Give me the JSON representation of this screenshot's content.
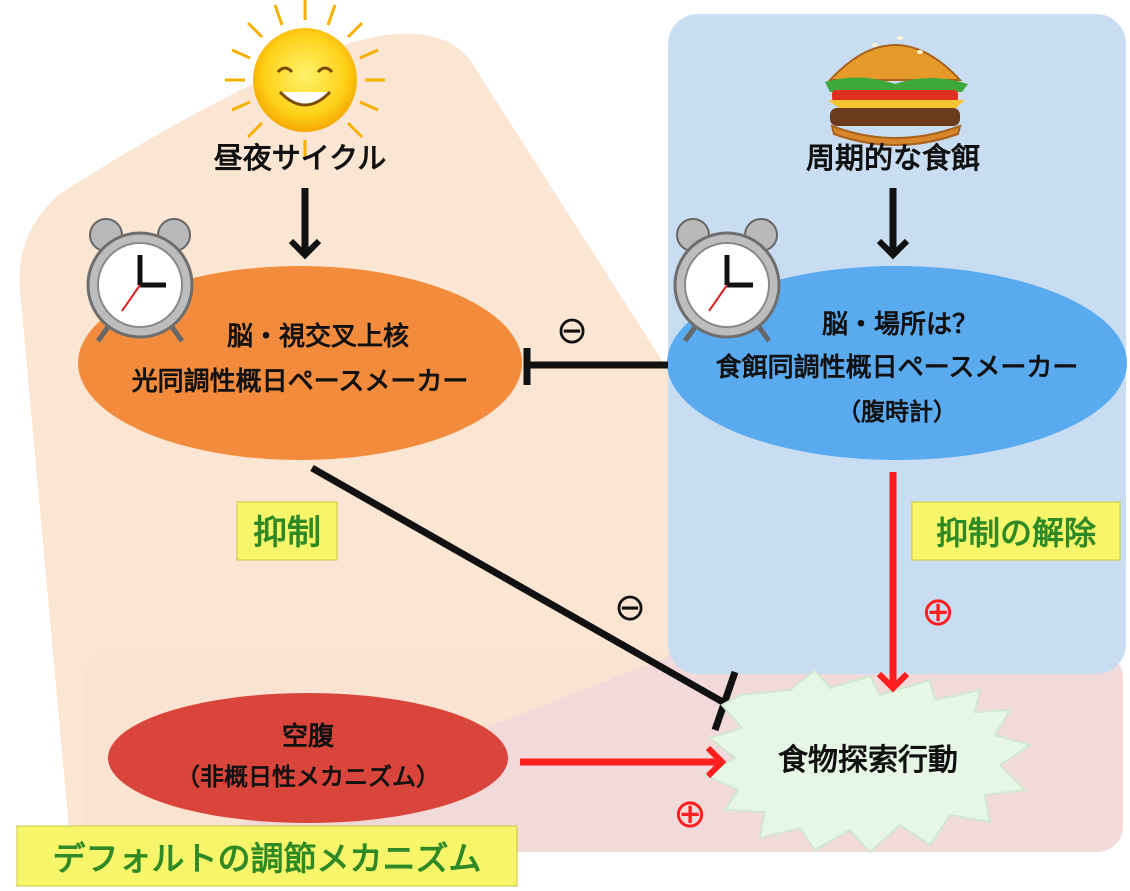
{
  "top_left": {
    "label": "昼夜サイクル",
    "icon": "sun-icon"
  },
  "top_right": {
    "label": "周期的な食餌",
    "icon": "hamburger-icon"
  },
  "scn": {
    "line1": "脳・視交叉上核",
    "line2": "光同調性概日ペースメーカー",
    "icon": "alarm-clock-icon"
  },
  "feo": {
    "line1": "脳・場所は？",
    "line2": "食餌同調性概日ペースメーカー",
    "line3": "（腹時計）",
    "icon": "alarm-clock-icon"
  },
  "hunger": {
    "line1": "空腹",
    "line2": "（非概日性メカニズム）"
  },
  "behavior": {
    "label": "食物探索行動"
  },
  "labels": {
    "suppression": "抑制",
    "release": "抑制の解除",
    "default": "デフォルトの調節メカニズム"
  },
  "signs": {
    "minus": "⊖",
    "plus": "⊕"
  },
  "colors": {
    "orange_ellipse": "#f28c3c",
    "blue_ellipse": "#5aaaf0",
    "red_ellipse": "#d9453a",
    "peach_region": "#fbe3cf",
    "blue_region": "#c8dcf2",
    "pink_region": "#f2dada",
    "starburst": "#e6f7e6",
    "label_box": "#f7f56a",
    "red_arrow": "#ff1e1e"
  }
}
